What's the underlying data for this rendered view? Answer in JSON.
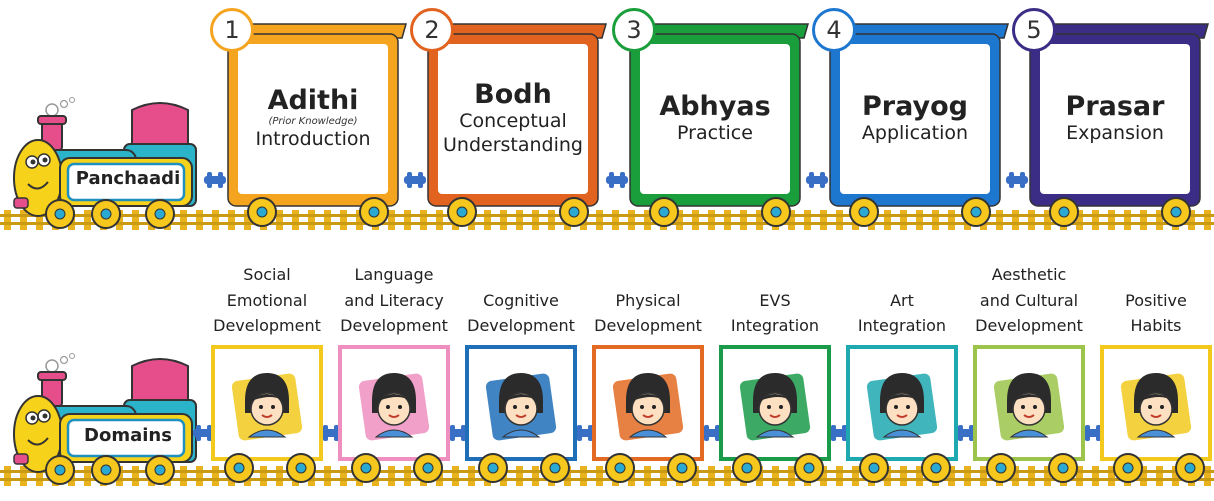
{
  "panchaadi": {
    "engine_label": "Panchaadi",
    "stages": [
      {
        "number": "1",
        "title": "Adithi",
        "note": "(Prior Knowledge)",
        "subtitle_lines": [
          "Introduction"
        ],
        "color": "#f4a41f"
      },
      {
        "number": "2",
        "title": "Bodh",
        "note": "",
        "subtitle_lines": [
          "Conceptual",
          "Understanding"
        ],
        "color": "#e1631f"
      },
      {
        "number": "3",
        "title": "Abhyas",
        "note": "",
        "subtitle_lines": [
          "Practice"
        ],
        "color": "#1a9e3b"
      },
      {
        "number": "4",
        "title": "Prayog",
        "note": "",
        "subtitle_lines": [
          "Application"
        ],
        "color": "#1e77cf"
      },
      {
        "number": "5",
        "title": "Prasar",
        "note": "",
        "subtitle_lines": [
          "Expansion"
        ],
        "color": "#3b2d86"
      }
    ]
  },
  "domains": {
    "engine_label": "Domains",
    "items": [
      {
        "lines": [
          "Social",
          "Emotional",
          "Development"
        ],
        "color": "#f2c91c",
        "child_icon": "child-with-heart-icon"
      },
      {
        "lines": [
          "Language",
          "and Literacy",
          "Development"
        ],
        "color": "#ef8fbf",
        "child_icon": "child-with-books-icon"
      },
      {
        "lines": [
          "Cognitive",
          "Development"
        ],
        "color": "#1f6fb8",
        "child_icon": "child-thinking-icon"
      },
      {
        "lines": [
          "Physical",
          "Development"
        ],
        "color": "#e36a22",
        "child_icon": "child-exercising-icon"
      },
      {
        "lines": [
          "EVS",
          "Integration"
        ],
        "color": "#1a9b4a",
        "child_icon": "child-with-nature-icon"
      },
      {
        "lines": [
          "Art",
          "Integration"
        ],
        "color": "#1ea8b0",
        "child_icon": "child-painting-icon"
      },
      {
        "lines": [
          "Aesthetic",
          "and Cultural",
          "Development"
        ],
        "color": "#9cc44a",
        "child_icon": "child-singing-icon"
      },
      {
        "lines": [
          "Positive",
          "Habits"
        ],
        "color": "#f2c91c",
        "child_icon": "child-meditating-icon"
      }
    ]
  },
  "colors": {
    "engine_body": "#2bb3c9",
    "engine_top": "#e54e8a",
    "engine_plate": "#f6d21a",
    "wheel": "#f6c71c",
    "wheel_hub": "#2aa9d2",
    "coupler": "#3a6fc6",
    "rail": "#e9b320"
  }
}
